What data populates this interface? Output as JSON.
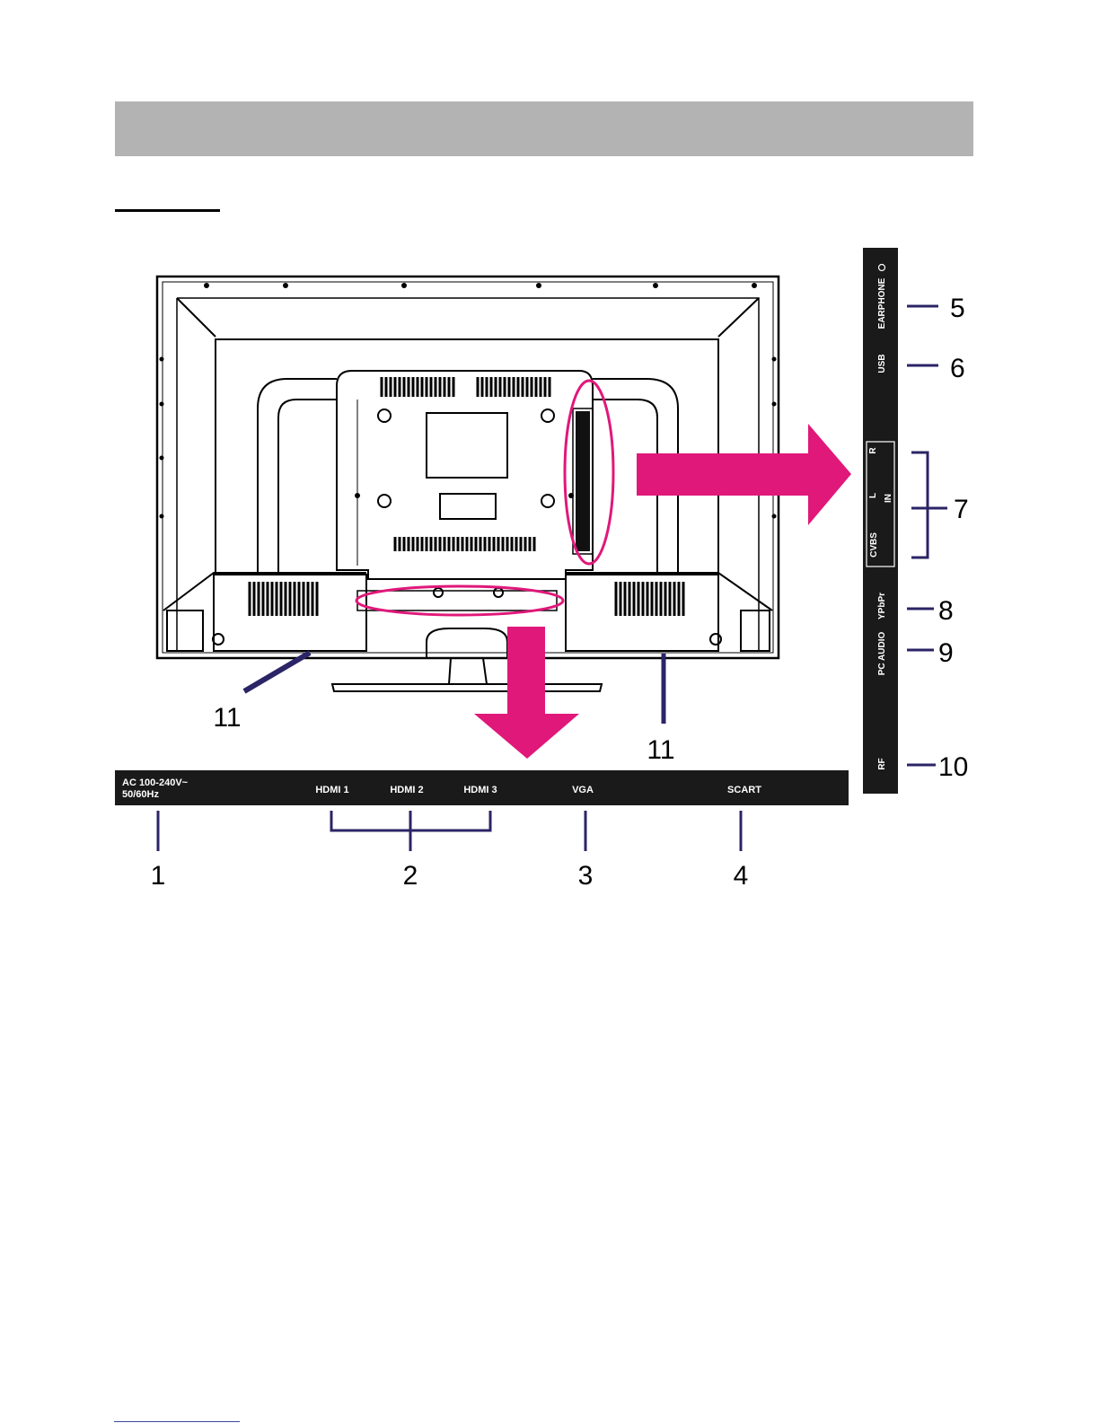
{
  "colors": {
    "header_bar": "#b3b3b3",
    "panel": "#1a1a1a",
    "leader": "#2b2466",
    "highlight": "#e0187a"
  },
  "bottom_panel": {
    "ac_line1": "AC 100-240V~",
    "ac_line2": "50/60Hz",
    "hdmi1": "HDMI 1",
    "hdmi2": "HDMI 2",
    "hdmi3": "HDMI 3",
    "vga": "VGA",
    "scart": "SCART"
  },
  "side_panel": {
    "earphone": "EARPHONE",
    "usb": "USB",
    "r": "R",
    "l": "L",
    "in": "IN",
    "cvbs": "CVBS",
    "ypbpr": "YPbPr",
    "pc_audio": "PC AUDIO",
    "rf": "RF"
  },
  "callouts": {
    "n1": "1",
    "n2": "2",
    "n3": "3",
    "n4": "4",
    "n5": "5",
    "n6": "6",
    "n7": "7",
    "n8": "8",
    "n9": "9",
    "n10": "10",
    "n11_left": "11",
    "n11_right": "11"
  }
}
